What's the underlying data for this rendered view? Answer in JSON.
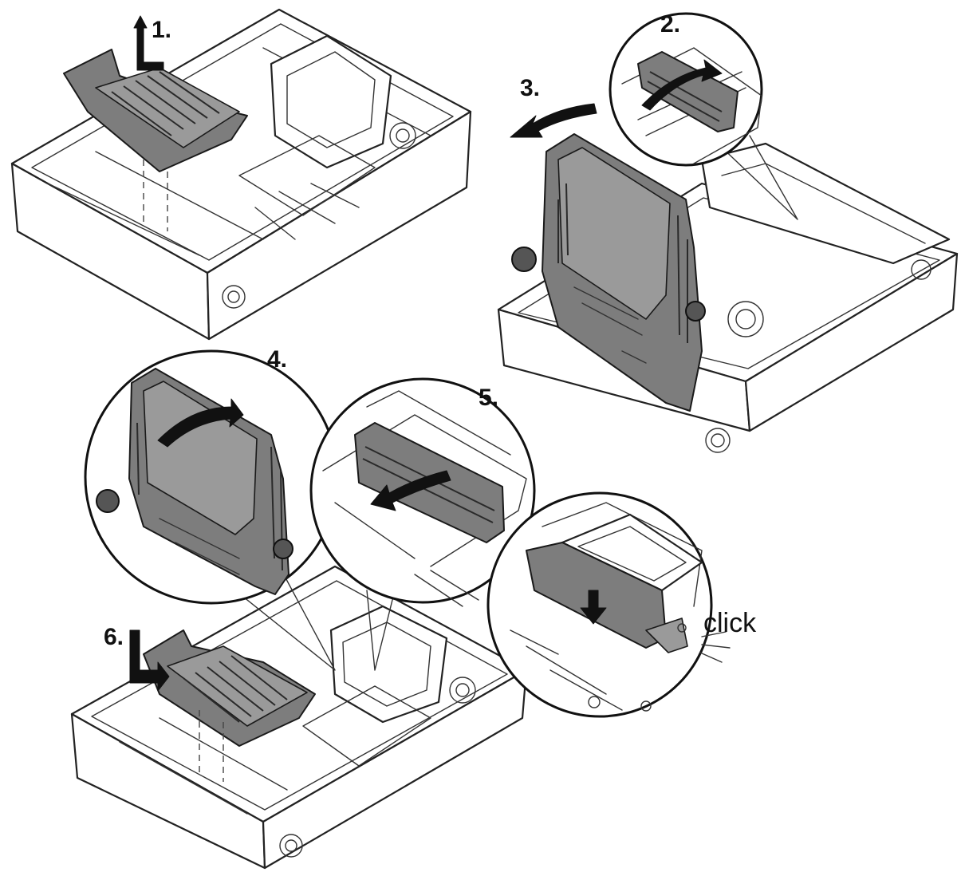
{
  "steps": [
    {
      "label": "1."
    },
    {
      "label": "2."
    },
    {
      "label": "3."
    },
    {
      "label": "4."
    },
    {
      "label": "5."
    },
    {
      "label": "6."
    }
  ],
  "annotation": {
    "click": "click"
  },
  "colors": {
    "part": "#7d7d7d",
    "outline": "#222222",
    "background": "#ffffff"
  }
}
